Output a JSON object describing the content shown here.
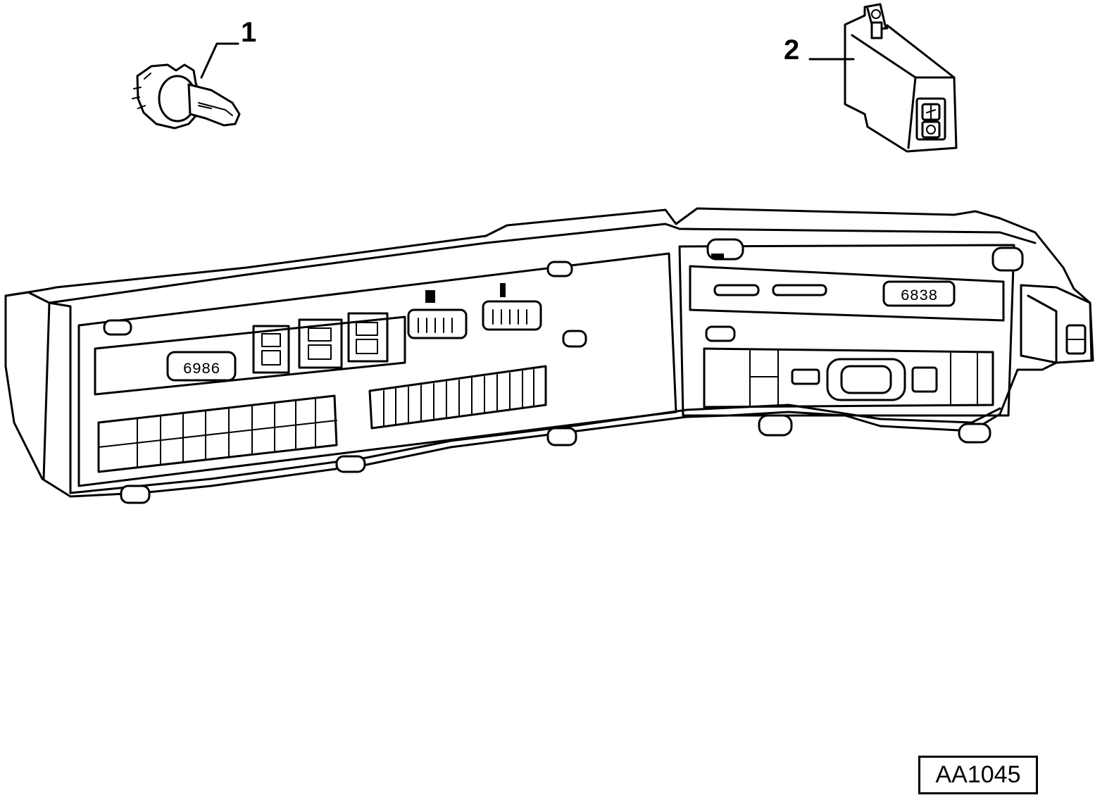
{
  "callouts": [
    {
      "number": "1"
    },
    {
      "number": "2"
    }
  ],
  "reference_code": "AA1045"
}
